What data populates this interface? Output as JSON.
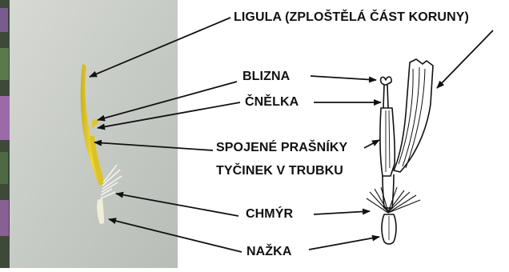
{
  "labels": {
    "ligula": "LIGULA (ZPLOŠTĚLÁ ČÁST KORUNY)",
    "blizna": "BLIZNA",
    "cnelka": "ČNĚLKA",
    "prasniky_line1": "SPOJENÉ PRAŠNÍKY",
    "prasniky_line2": "TYČINEK V TRUBKU",
    "chmyr": "CHMÝR",
    "nazka": "NAŽKA"
  },
  "colors": {
    "photo_background": "#c9cdc9",
    "petal_yellow": "#e8cf2a",
    "line": "#111111"
  }
}
